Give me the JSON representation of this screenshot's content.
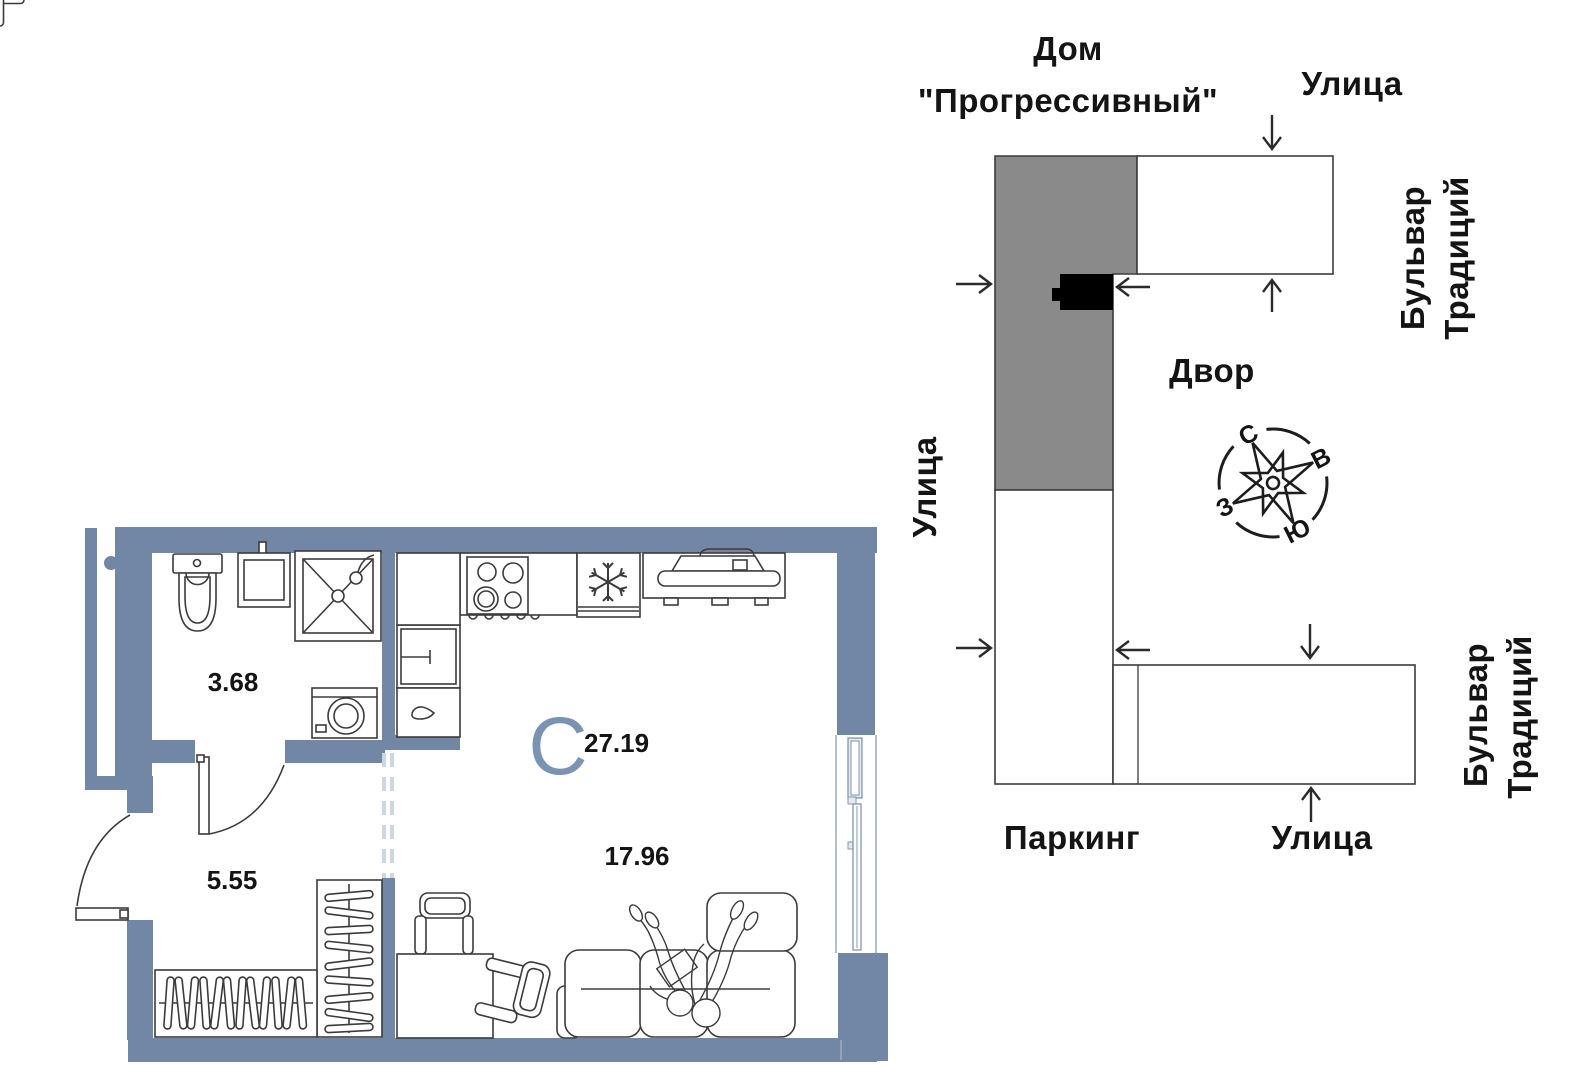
{
  "floor_plan": {
    "apartment_type_letter": "С",
    "total_area": "27.19",
    "rooms": {
      "bathroom": {
        "area": "3.68"
      },
      "hallway": {
        "area": "5.55"
      },
      "living_kitchen": {
        "area": "17.96"
      }
    }
  },
  "site_plan": {
    "title_line1": "Дом",
    "title_line2": "\"Прогрессивный\"",
    "street_top": "Улица",
    "street_left": "Улица",
    "street_bottom": "Улица",
    "courtyard": "Двор",
    "parking": "Паркинг",
    "boulevard": {
      "line1": "Бульвар",
      "line2": "Традиций"
    },
    "compass": {
      "north": "С",
      "east": "В",
      "south": "Ю",
      "west": "З"
    }
  },
  "colors": {
    "wall": "#7187a5",
    "dashed_line": "#ccd7e3",
    "building_gray": "#8a8a8a",
    "apartment_marker": "#000000",
    "type_letter": "#7b93b3"
  }
}
